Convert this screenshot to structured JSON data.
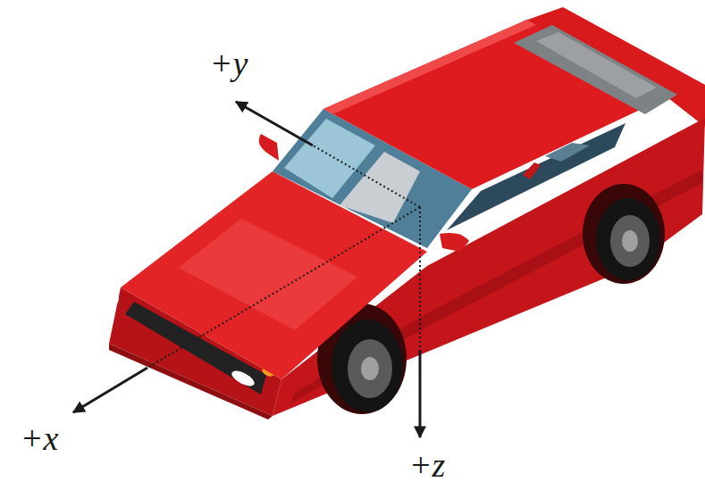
{
  "diagram": {
    "labels": [
      "+y",
      "+x",
      "+z"
    ]
  }
}
